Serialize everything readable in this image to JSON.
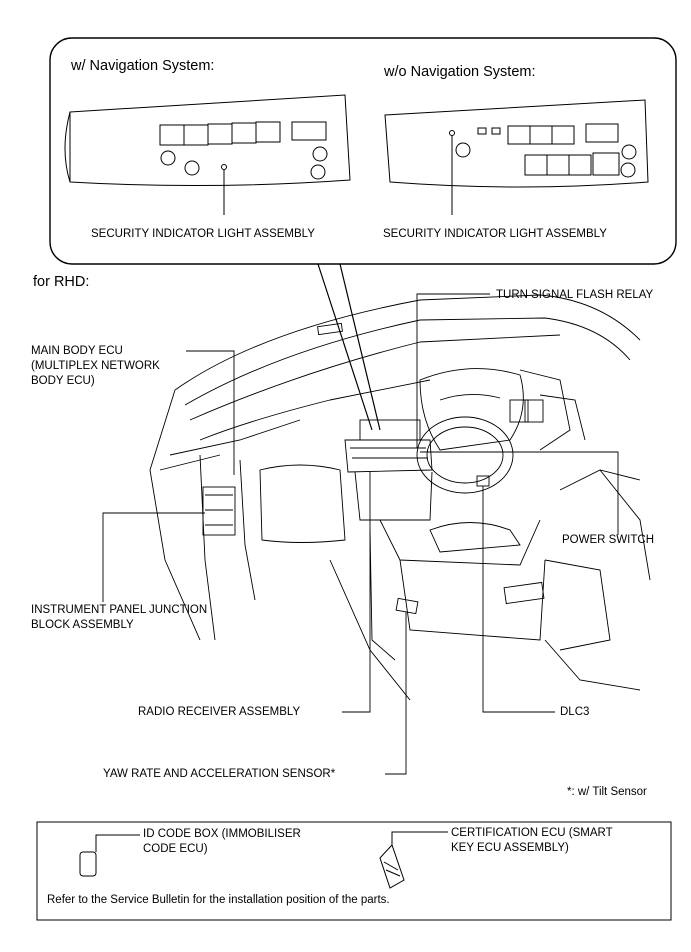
{
  "inset": {
    "with_nav_title": "w/ Navigation System:",
    "without_nav_title": "w/o Navigation System:",
    "with_nav_label": "SECURITY INDICATOR LIGHT ASSEMBLY",
    "without_nav_label": "SECURITY INDICATOR LIGHT ASSEMBLY"
  },
  "main": {
    "rhd_title": "for RHD:",
    "labels": {
      "turn_signal": "TURN SIGNAL FLASH RELAY",
      "main_body_ecu_1": "MAIN BODY ECU",
      "main_body_ecu_2": "(MULTIPLEX NETWORK",
      "main_body_ecu_3": "BODY ECU)",
      "power_switch": "POWER SWITCH",
      "ip_junction_1": "INSTRUMENT PANEL JUNCTION",
      "ip_junction_2": "BLOCK ASSEMBLY",
      "radio": "RADIO RECEIVER ASSEMBLY",
      "dlc3": "DLC3",
      "yaw": "YAW RATE AND ACCELERATION SENSOR*",
      "footnote": "*: w/ Tilt Sensor"
    }
  },
  "bottom_box": {
    "id_code_1": "ID CODE BOX (IMMOBILISER",
    "id_code_2": "CODE ECU)",
    "cert_1": "CERTIFICATION ECU (SMART",
    "cert_2": "KEY ECU ASSEMBLY)",
    "note": "Refer to the Service Bulletin for the installation position of the parts."
  }
}
